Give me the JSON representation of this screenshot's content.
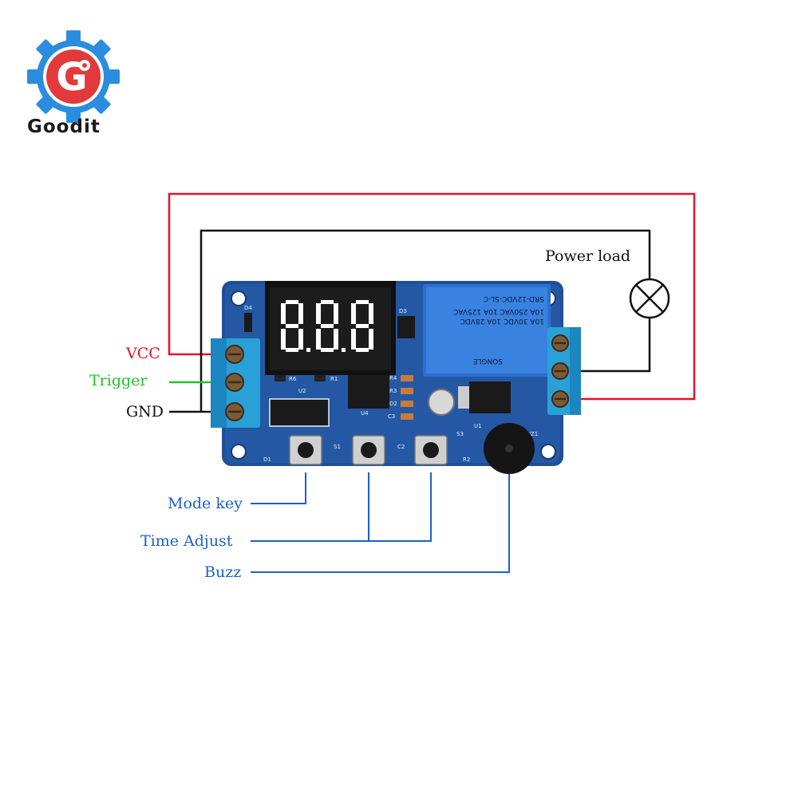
{
  "brand": {
    "name": "Goodit",
    "logo_letter": "G",
    "colors": {
      "gear": "#2a8de0",
      "circle": "#e23a3a"
    }
  },
  "labels": {
    "power_load": "Power load",
    "vcc": "VCC",
    "trigger": "Trigger",
    "gnd": "GND",
    "mode_key": "Mode key",
    "time_adjust": "Time Adjust",
    "buzz": "Buzz"
  },
  "board": {
    "relay": {
      "model": "SRD-12VDC-SL-C",
      "rating_1": "10A 250VAC  10A 125VAC",
      "rating_2": "10A 30VDC  10A 28VDC",
      "brand": "SONGLE"
    },
    "silkscreen": {
      "d4": "D4",
      "d3": "D3",
      "r6": "R6",
      "r1": "R1",
      "u2": "U2",
      "u4": "U4",
      "r4": "R4",
      "d2": "D2",
      "r3": "R3",
      "c3": "C3",
      "u1": "U1",
      "uz1": "UZ1",
      "d1": "D1",
      "s1": "S1",
      "c2": "C2",
      "s3": "S3",
      "r2": "R2"
    }
  },
  "colors": {
    "vcc": "#e8102a",
    "trigger": "#22c22a",
    "gnd": "#111111",
    "control_lines": "#1a5fd0",
    "pcb": "#1f4f96",
    "terminal": "#2aa0d8"
  }
}
